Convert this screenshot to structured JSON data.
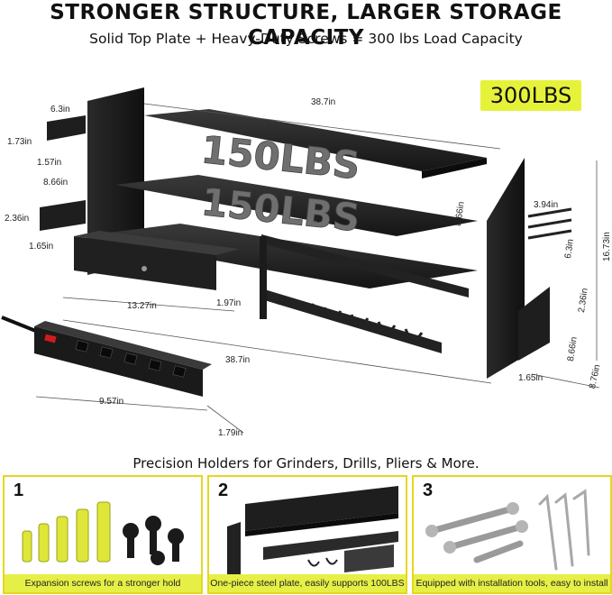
{
  "header": {
    "headline": "STRONGER STRUCTURE, LARGER STORAGE CAPACITY",
    "subline": "Solid Top Plate + Heavy-Duty Screws = 300 lbs Load Capacity"
  },
  "badge": {
    "load": "300LBS"
  },
  "shelves": {
    "top_load": "150LBS",
    "middle_load": "150LBS"
  },
  "dimensions": {
    "top_width": "38.7in",
    "holder_depth": "6.3in",
    "holder_height": "1.73in",
    "holder_gap": "1.57in",
    "left_depth": "8.66in",
    "left_height": "2.36in",
    "left_bottom": "1.65in",
    "shelf_depth": "8.66in",
    "drawer_width": "13.27in",
    "drawer_gap": "1.97in",
    "bottom_width": "38.7in",
    "hook_width": "3.94in",
    "hook_depth": "6.3in",
    "side_height": "16.73in",
    "pocket_height": "2.36in",
    "pocket_depth": "8.66in",
    "pocket_width": "1.65in",
    "side_depth": "8.76in",
    "strip_length": "9.57in",
    "strip_height": "1.79in"
  },
  "precision_text": "Precision Holders for Grinders, Drills, Pliers & More.",
  "panels": [
    {
      "number": "1",
      "caption": "Expansion screws for a stronger hold"
    },
    {
      "number": "2",
      "caption": "One-piece steel plate, easily supports 100LBS"
    },
    {
      "number": "3",
      "caption": "Equipped with installation tools, easy to install"
    }
  ],
  "colors": {
    "accent_yellow": "#e6f23a",
    "metal_black": "#1e1e1e",
    "outlet_red": "#d11b1b"
  }
}
